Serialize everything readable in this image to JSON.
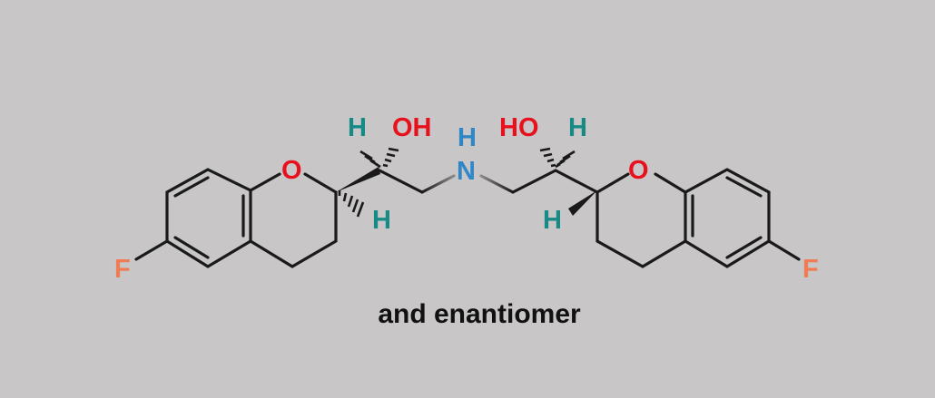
{
  "molecule": {
    "atoms": {
      "fluorine_left": "F",
      "fluorine_right": "F",
      "ring_oxygen_left": "O",
      "ring_oxygen_right": "O",
      "hydroxyl_left": "OH",
      "hydroxyl_right": "HO",
      "amine_nitrogen": "N",
      "amine_hydrogen": "H",
      "stereo_h_left_top": "H",
      "stereo_h_left_ring": "H",
      "stereo_h_right_top": "H",
      "stereo_h_right_ring": "H"
    },
    "colors": {
      "fluorine": "#f07c55",
      "oxygen": "#e8101c",
      "nitrogen": "#2f87c8",
      "hydrogen": "#178a86",
      "bond": "#1a1a1a",
      "background": "#c8c6c7"
    }
  },
  "caption": "and enantiomer"
}
